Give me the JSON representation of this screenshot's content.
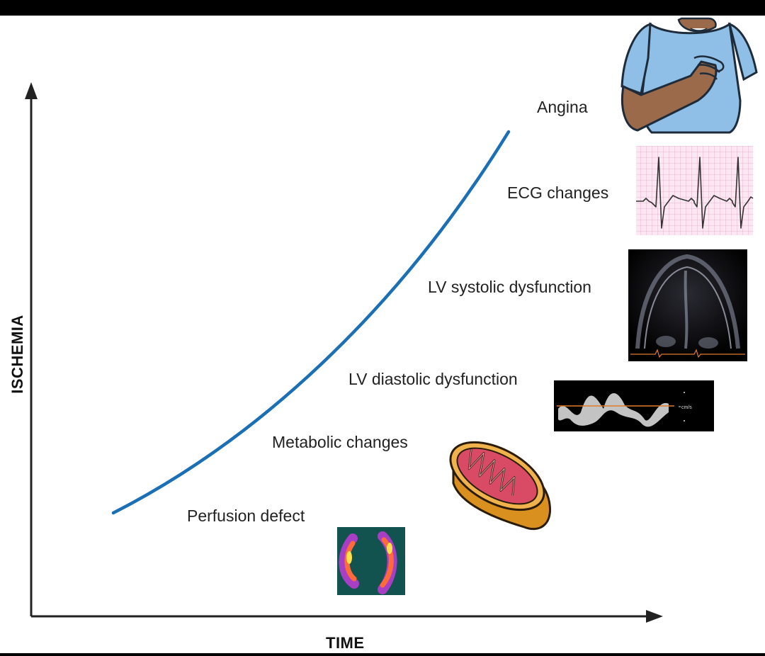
{
  "axes": {
    "x_label": "TIME",
    "y_label": "ISCHEMIA"
  },
  "stages": [
    {
      "label": "Perfusion defect",
      "picture": "perfusion-scan"
    },
    {
      "label": "Metabolic changes",
      "picture": "mitochondrion"
    },
    {
      "label": "LV diastolic dysfunction",
      "picture": "doppler-trace"
    },
    {
      "label": "LV systolic dysfunction",
      "picture": "echocardiogram"
    },
    {
      "label": "ECG changes",
      "picture": "ecg-strip"
    },
    {
      "label": "Angina",
      "picture": "man-holding-chest"
    }
  ],
  "doppler": {
    "unit_label": "cm/s"
  },
  "colors": {
    "curve": "#1a6fb5",
    "ecg_grid": "#e59ac4",
    "mitochondrion_outer": "#e6a640",
    "mitochondrion_inner": "#d94b65",
    "shirt": "#8fbfe6",
    "skin": "#9b6a4a"
  }
}
